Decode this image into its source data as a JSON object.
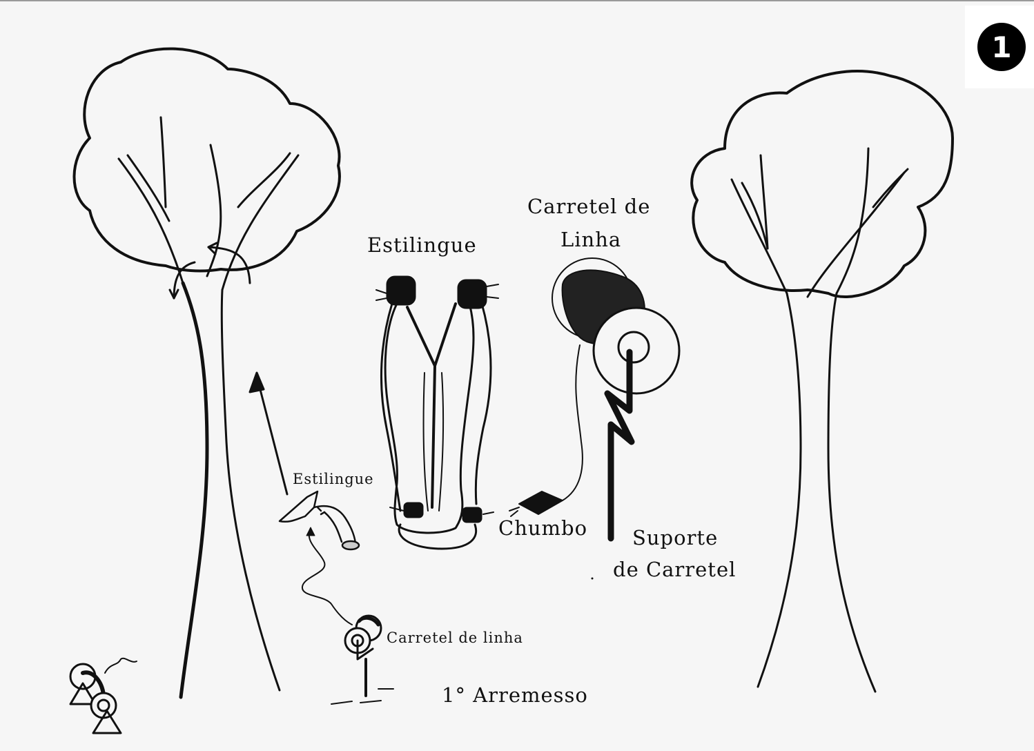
{
  "step_badge": "1",
  "labels": {
    "estilingue_title": "Estilingue",
    "carretel_title_line1": "Carretel de",
    "carretel_title_line2": "Linha",
    "chumbo": "Chumbo",
    "suporte_line1": "Suporte",
    "suporte_line2": "de Carretel",
    "estilingue_small": "Estilingue",
    "carretel_small": "Carretel de linha",
    "arremesso": "1° Arremesso"
  },
  "colors": {
    "ink": "#111111",
    "paper": "#f6f6f6",
    "badge": "#000000"
  }
}
